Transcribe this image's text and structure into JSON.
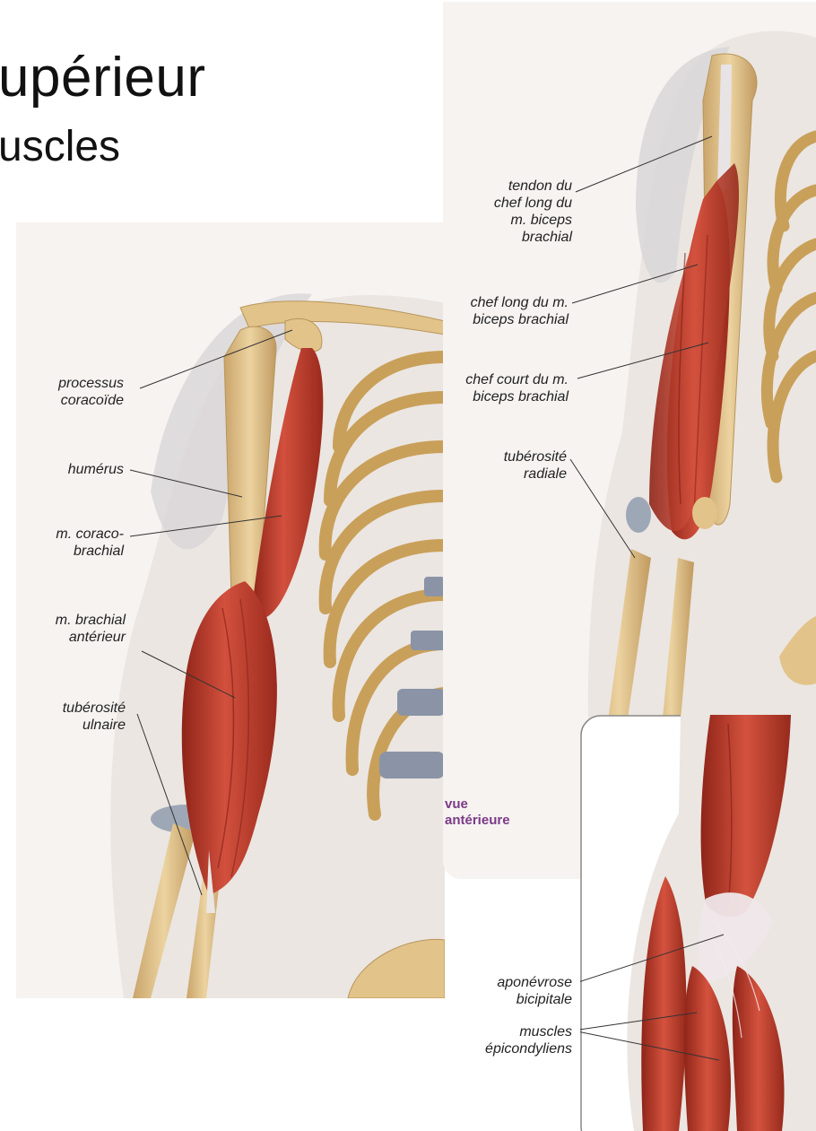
{
  "title": "upérieur",
  "subtitle": "uscles",
  "view_label": "vue\nantérieure",
  "left_panel": {
    "labels": [
      {
        "id": "processus",
        "text": "processus\ncoracoïde"
      },
      {
        "id": "humerus",
        "text": "humérus"
      },
      {
        "id": "coracobrachial",
        "text": "m. coraco-\nbrachial"
      },
      {
        "id": "brachial",
        "text": "m. brachial\nantérieur"
      },
      {
        "id": "tuberosite-ulnaire",
        "text": "tubérosité\nulnaire"
      }
    ]
  },
  "right_panel": {
    "labels": [
      {
        "id": "tendon",
        "text": "tendon du\nchef long du\nm. biceps\nbrachial"
      },
      {
        "id": "chef-long",
        "text": "chef long du m.\nbiceps brachial"
      },
      {
        "id": "chef-court",
        "text": "chef court du m.\nbiceps brachial"
      },
      {
        "id": "tuberosite-radiale",
        "text": "tubérosité\nradiale"
      }
    ]
  },
  "inset_panel": {
    "labels": [
      {
        "id": "aponevrose",
        "text": "aponévrose\nbicipitale"
      },
      {
        "id": "epicondyliens",
        "text": "muscles\népicondyliens"
      }
    ]
  },
  "colors": {
    "muscle": "#c0392b",
    "muscle_dark": "#8e2418",
    "bone": "#e2c48a",
    "bone_dark": "#b8955a",
    "cartilage": "#8a94a6",
    "skin": "#f6f3f1",
    "text": "#222222",
    "view_label": "#7b3a86"
  }
}
